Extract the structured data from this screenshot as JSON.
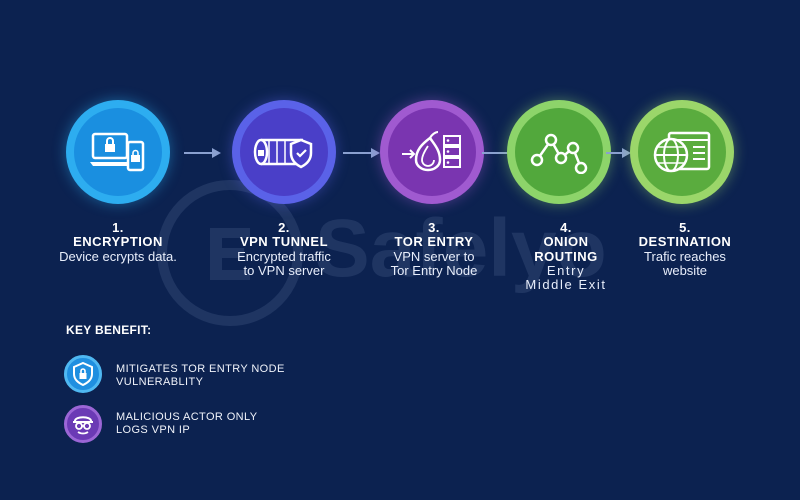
{
  "watermark": "Safelyo",
  "steps": [
    {
      "number": "1.",
      "title": "ENCRYPTION",
      "description_lines": [
        "Device ecrypts data."
      ],
      "icon": "laptop-phone-lock-icon",
      "color": "#1a8fe0"
    },
    {
      "number": "2.",
      "title": "VPN TUNNEL",
      "description_lines": [
        "Encrypted traffic",
        "to VPN server"
      ],
      "icon": "tunnel-shield-icon",
      "color": "#4a3fc8"
    },
    {
      "number": "3.",
      "title": "TOR ENTRY",
      "description_lines": [
        "VPN server to",
        "Tor Entry Node"
      ],
      "icon": "onion-server-icon",
      "color": "#7a35b0"
    },
    {
      "number": "4.",
      "title_lines": [
        "ONION",
        "ROUTING"
      ],
      "description_lines": [
        "Entry",
        "Middle Exit"
      ],
      "icon": "node-graph-icon",
      "color": "#52a83c"
    },
    {
      "number": "5.",
      "title": "DESTINATION",
      "description_lines": [
        "Trafic reaches",
        "website"
      ],
      "icon": "globe-browser-icon",
      "color": "#5aac3e"
    }
  ],
  "key_benefit": {
    "title": "KEY BENEFIT:",
    "items": [
      {
        "lines": [
          "MITIGATES TOR ENTRY NODE",
          "VULNERABLITY"
        ],
        "icon": "shield-lock-icon",
        "color": "#1f8fe0"
      },
      {
        "lines": [
          "MALICIOUS ACTOR ONLY",
          "LOGS VPN IP"
        ],
        "icon": "spy-mask-icon",
        "color": "#6b3ab5"
      }
    ]
  }
}
